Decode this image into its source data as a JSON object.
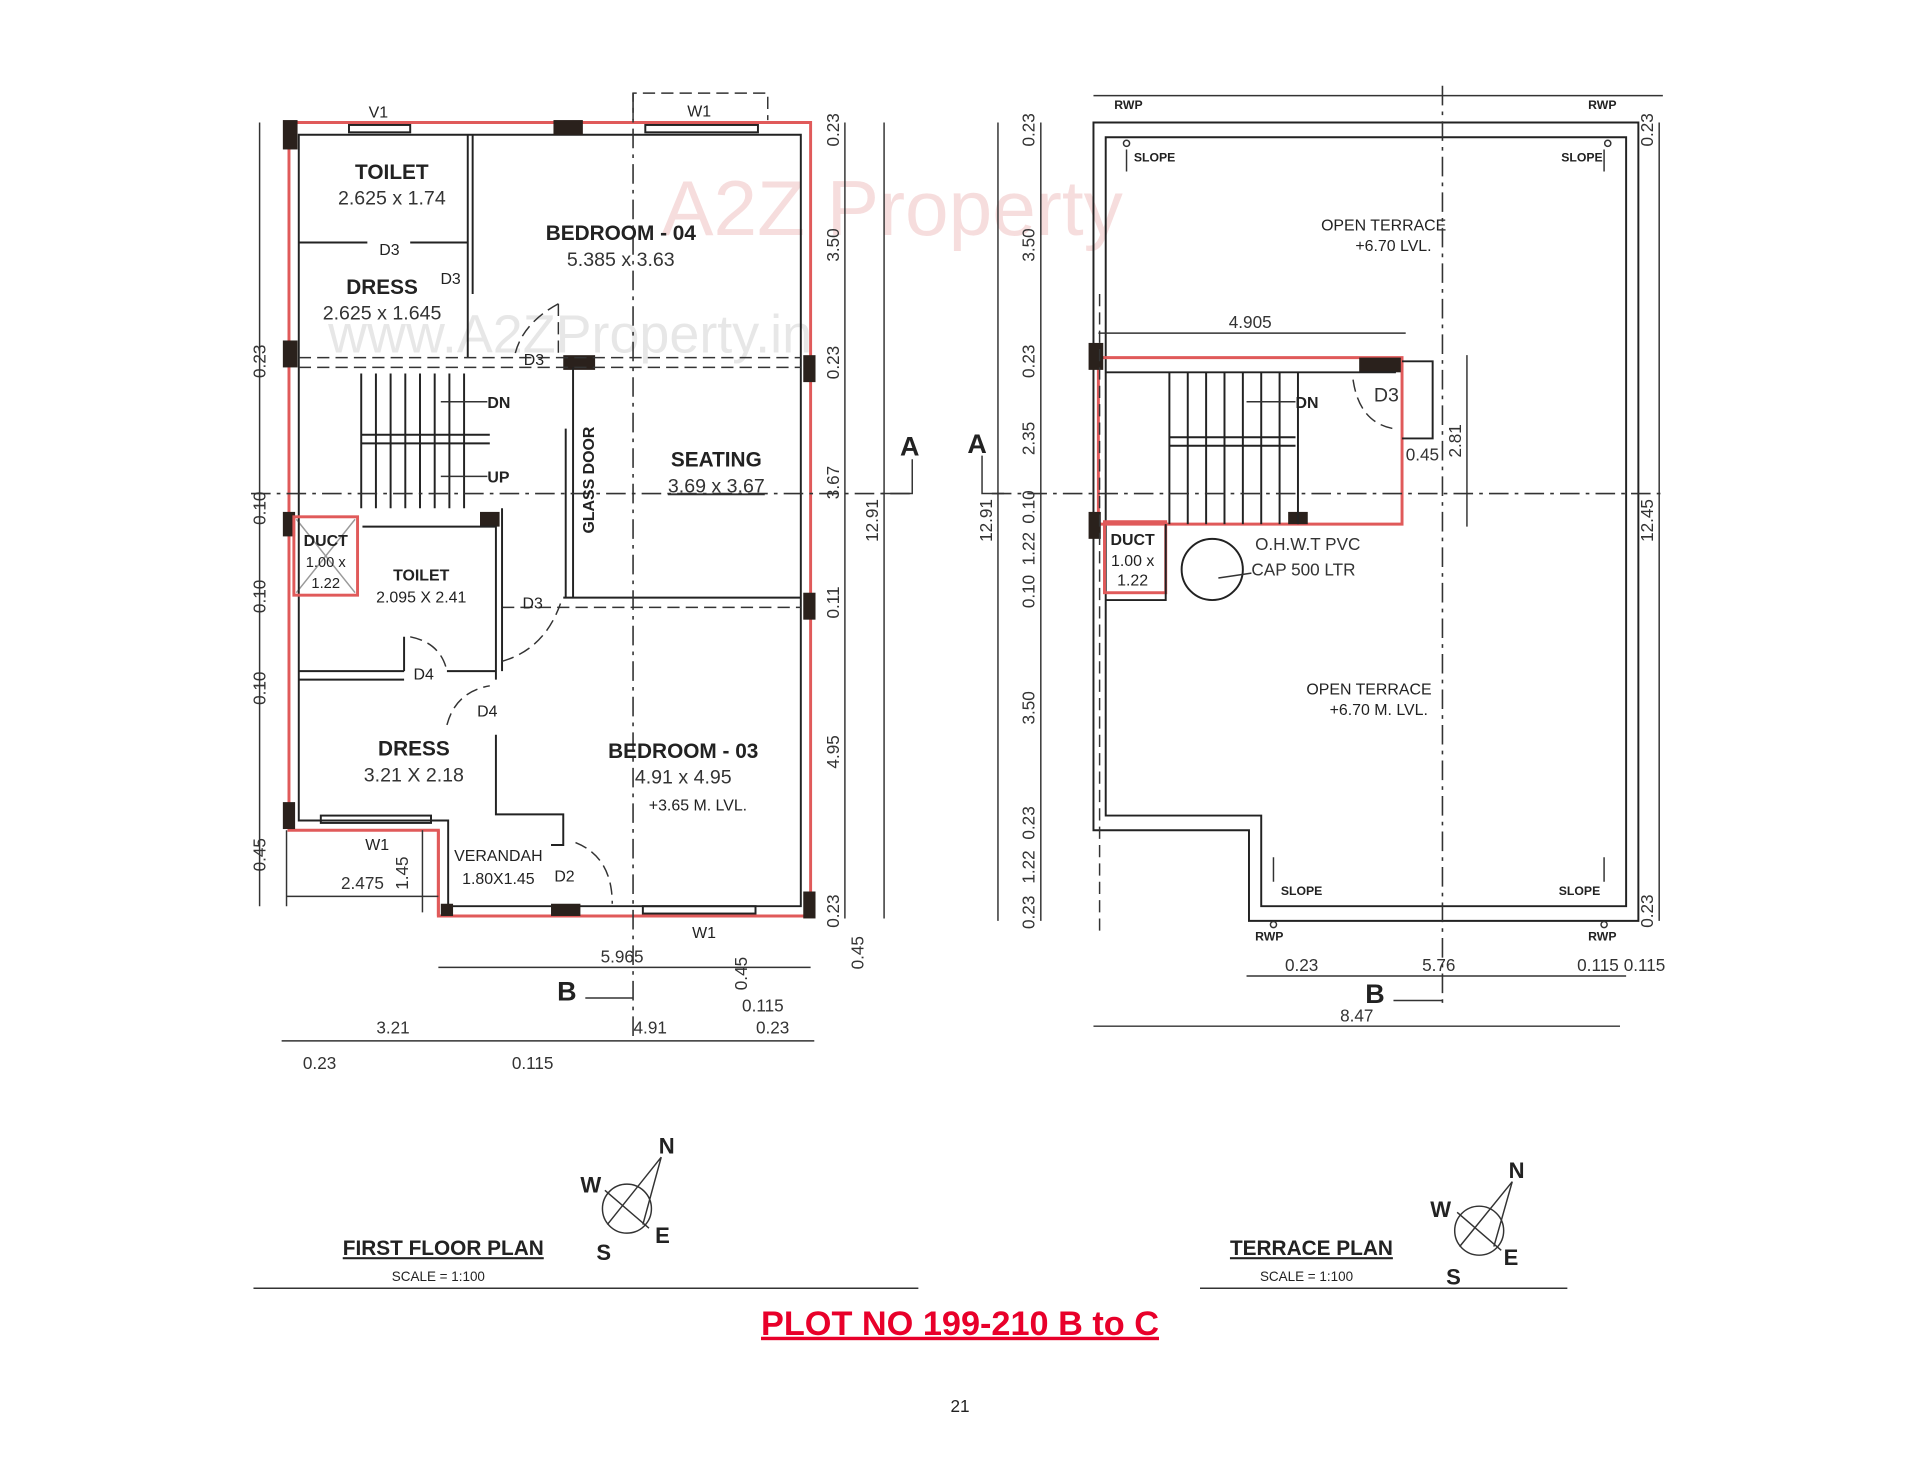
{
  "watermark": {
    "brand": "A2Z Property",
    "url": "www.A2ZProperty.in"
  },
  "first_floor": {
    "title": "FIRST FLOOR PLAN",
    "scale": "SCALE = 1:100",
    "rooms": {
      "toilet1": {
        "name": "TOILET",
        "size": "2.625 x 1.74"
      },
      "dress1": {
        "name": "DRESS",
        "size": "2.625 x 1.645"
      },
      "bedroom4": {
        "name": "BEDROOM - 04",
        "size": "5.385 x 3.63"
      },
      "seating": {
        "name": "SEATING",
        "size": "3.69 x 3.67"
      },
      "glass_door": "GLASS DOOR",
      "duct": {
        "name": "DUCT",
        "size1": "1.00 x",
        "size2": "1.22"
      },
      "toilet2": {
        "name": "TOILET",
        "size": "2.095 X 2.41"
      },
      "dress2": {
        "name": "DRESS",
        "size": "3.21 X 2.18"
      },
      "bedroom3": {
        "name": "BEDROOM - 03",
        "size": "4.91 x 4.95",
        "level": "+3.65 M. LVL."
      },
      "verandah": {
        "name": "VERANDAH",
        "size": "1.80X1.45"
      }
    },
    "openings": {
      "v1": "V1",
      "w1_top": "W1",
      "w1_left": "W1",
      "w1_bottom": "W1",
      "d3_a": "D3",
      "d3_b": "D3",
      "d3_c": "D3",
      "d3_d": "D3",
      "d4_a": "D4",
      "d4_b": "D4",
      "d2": "D2"
    },
    "stair": {
      "dn": "DN",
      "up": "UP"
    },
    "dims_right": [
      "0.23",
      "3.50",
      "0.23",
      "3.67",
      "0.11",
      "4.95",
      "0.23"
    ],
    "dim_overall": "12.91",
    "dims_left": [
      "0.23",
      "0.10",
      "0.10",
      "0.10",
      "0.45"
    ],
    "dims_bottom": {
      "a": "5.965",
      "b": "3.21",
      "c": "4.91",
      "d": "0.23",
      "e": "0.115",
      "f": "0.45",
      "g": "0.115",
      "h": "0.23",
      "i": "0.45",
      "j": "2.475",
      "k": "1.45"
    },
    "section_a": "A",
    "section_b": "B",
    "compass": {
      "n": "N",
      "w": "W",
      "e": "E",
      "s": "S"
    }
  },
  "terrace": {
    "title": "TERRACE PLAN",
    "scale": "SCALE = 1:100",
    "open_terrace_top": {
      "name": "OPEN TERRACE",
      "level": "+6.70 LVL."
    },
    "open_terrace_bottom": {
      "name": "OPEN TERRACE",
      "level": "+6.70 M. LVL."
    },
    "ohwt": {
      "line1": "O.H.W.T PVC",
      "line2": "CAP 500 LTR"
    },
    "duct": {
      "name": "DUCT",
      "size1": "1.00 x",
      "size2": "1.22"
    },
    "stair": {
      "dn": "DN",
      "door": "D3"
    },
    "rwp": "RWP",
    "slope": "SLOPE",
    "dims_left": [
      "0.23",
      "3.50",
      "0.23",
      "2.35",
      "0.10",
      "1.22",
      "0.10",
      "3.50",
      "0.23",
      "1.22",
      "0.23"
    ],
    "dim_overall_left": "12.91",
    "dims_right": [
      "0.23",
      "12.45",
      "0.23"
    ],
    "dim_stair": "2.81",
    "dim_stair_offset": "0.45",
    "dim_stair_width": "4.905",
    "dims_bottom": [
      "0.23",
      "5.76",
      "0.115",
      "0.115"
    ],
    "dim_overall_bottom": "8.47",
    "section_a": "A",
    "section_b": "B",
    "compass": {
      "n": "N",
      "w": "W",
      "e": "E",
      "s": "S"
    }
  },
  "footer": {
    "plot": "PLOT NO 199-210 B to C",
    "page": "21"
  },
  "colors": {
    "accent_red": "#e8002a",
    "wall_highlight": "#e05a5a"
  }
}
